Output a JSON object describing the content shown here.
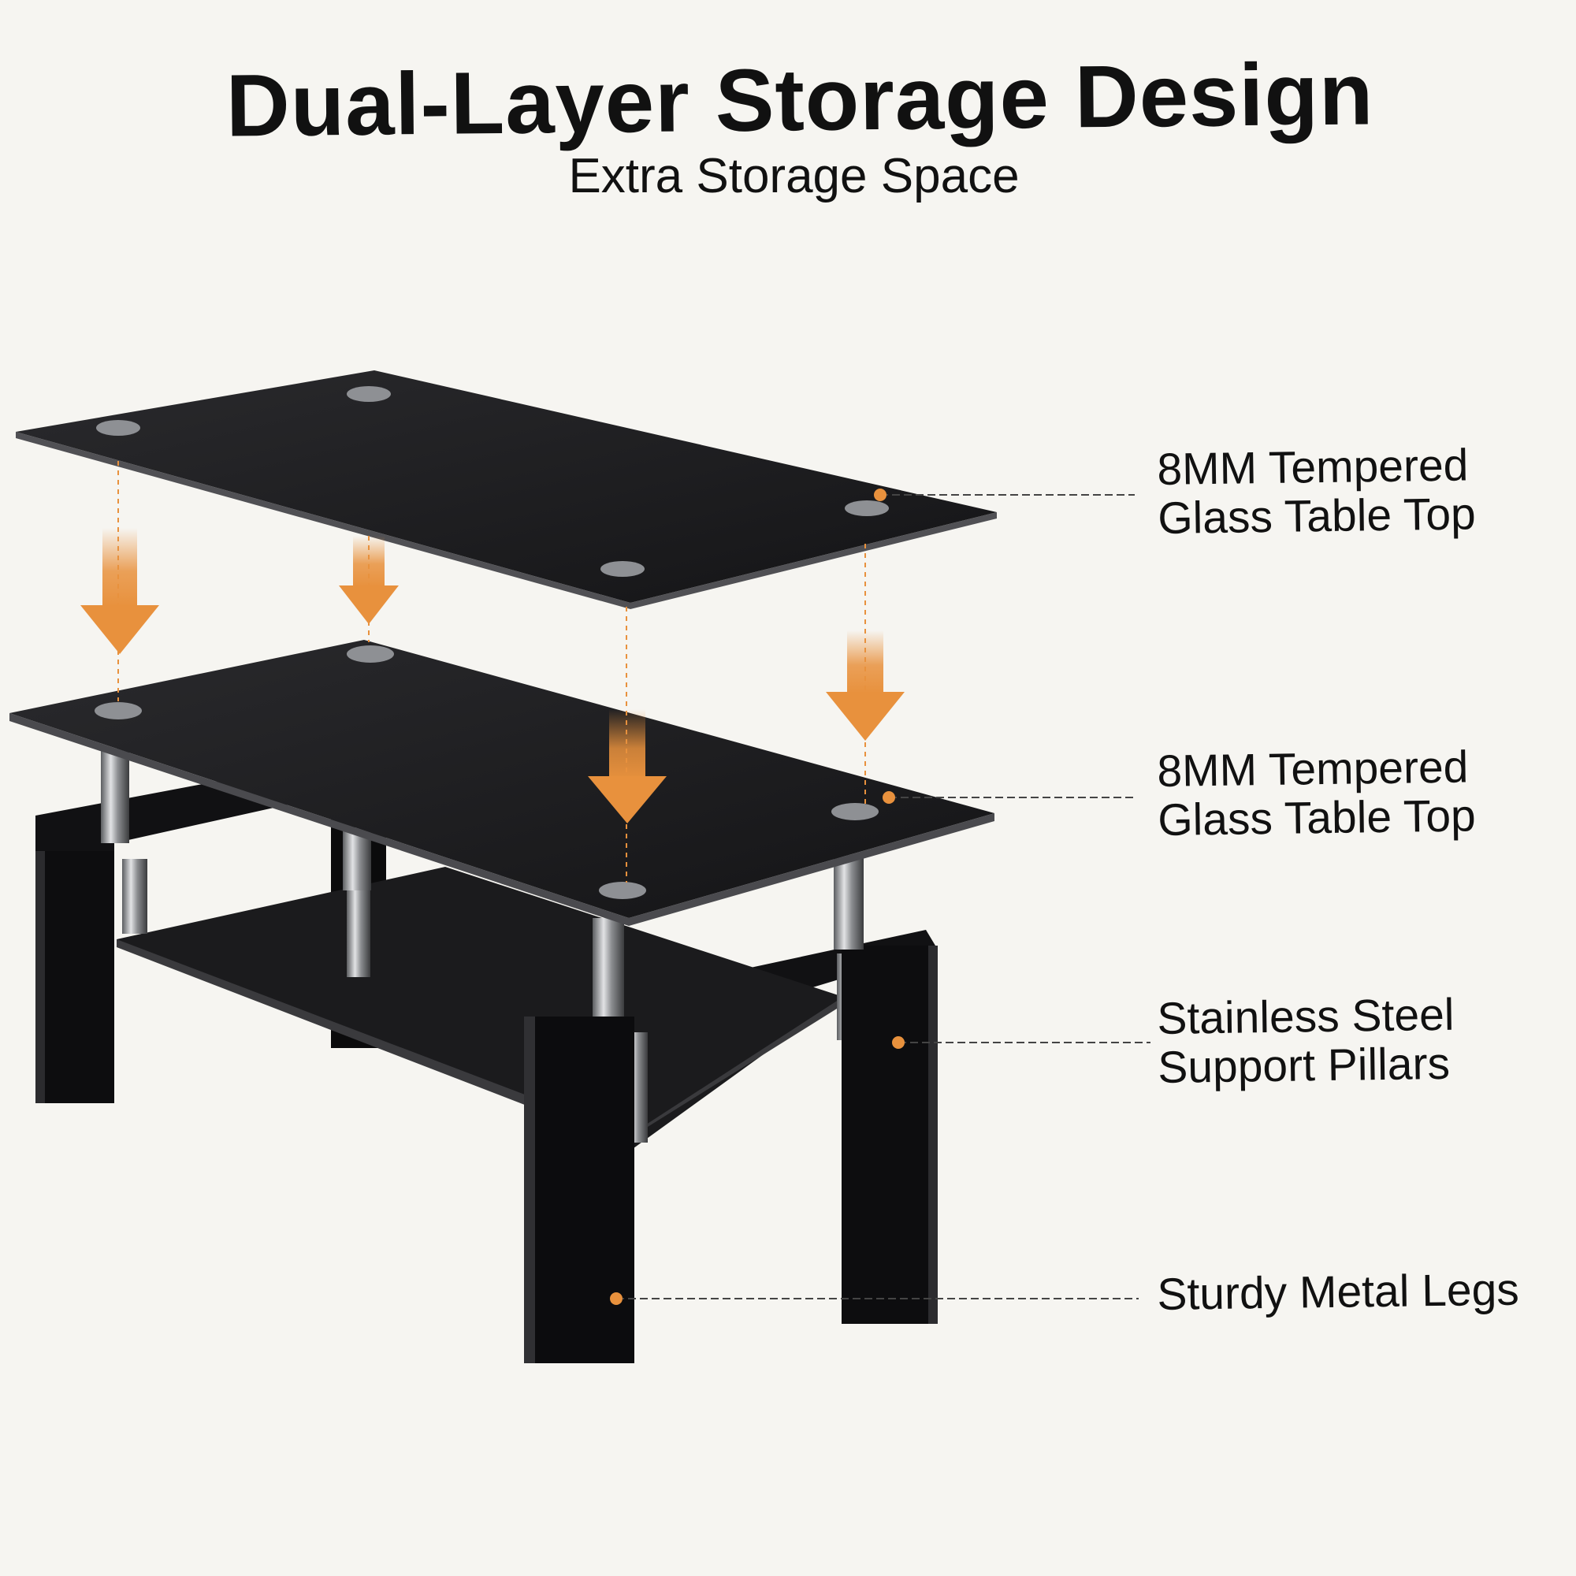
{
  "headline": {
    "title": "Dual-Layer Storage Design",
    "subtitle": "Extra Storage Space"
  },
  "callouts": [
    {
      "line1": "8MM Tempered",
      "line2": "Glass Table Top"
    },
    {
      "line1": "8MM Tempered",
      "line2": "Glass Table Top"
    },
    {
      "line1": "Stainless Steel",
      "line2": "Support Pillars"
    },
    {
      "line1": "Sturdy Metal Legs",
      "line2": ""
    }
  ],
  "colors": {
    "background": "#f6f5f1",
    "accent": "#e8913d",
    "glass": "#1e1e20",
    "frame": "#0d0d0f",
    "steel": "#a9abae"
  }
}
